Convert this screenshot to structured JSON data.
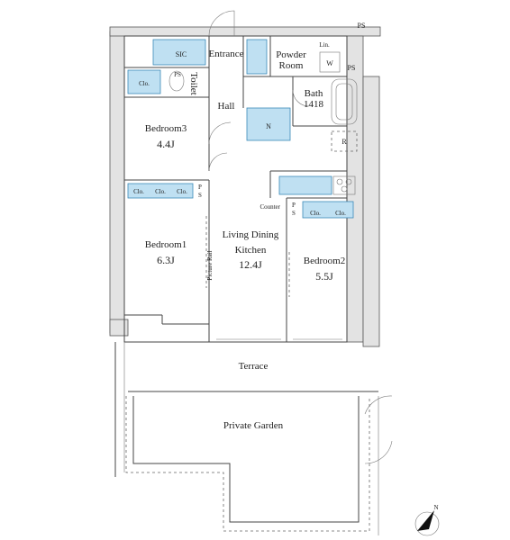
{
  "rooms": {
    "sic": "SIC",
    "entrance": "Entrance",
    "powder_room": [
      "Powder",
      "Room"
    ],
    "lin": "Lin.",
    "w": "W",
    "ps_top": "PS",
    "ps_outside": "PS",
    "ps_toilet": "PS",
    "toilet": "Toilet",
    "clo_toilet": "Clo.",
    "hall": "Hall",
    "bath": [
      "Bath",
      "1418"
    ],
    "n": "N",
    "r": "R",
    "bedroom3": {
      "name": "Bedroom3",
      "area": "4.4J"
    },
    "bedroom1": {
      "name": "Bedroom1",
      "area": "6.3J"
    },
    "ldk": {
      "name_line1": "Living Dining",
      "name_line2": "Kitchen",
      "area": "12.4J"
    },
    "bedroom2": {
      "name": "Bedroom2",
      "area": "5.5J"
    },
    "clo_b1": [
      "Clo.",
      "Clo.",
      "Clo."
    ],
    "clo_b2": [
      "Clo.",
      "Clo."
    ],
    "ps_b1": [
      "P",
      "S"
    ],
    "ps_b2": [
      "P",
      "S"
    ],
    "counter": "Counter",
    "picture_rail": "Picture Rail",
    "terrace": "Terrace",
    "private_garden": "Private Garden",
    "north_mark": "N"
  }
}
